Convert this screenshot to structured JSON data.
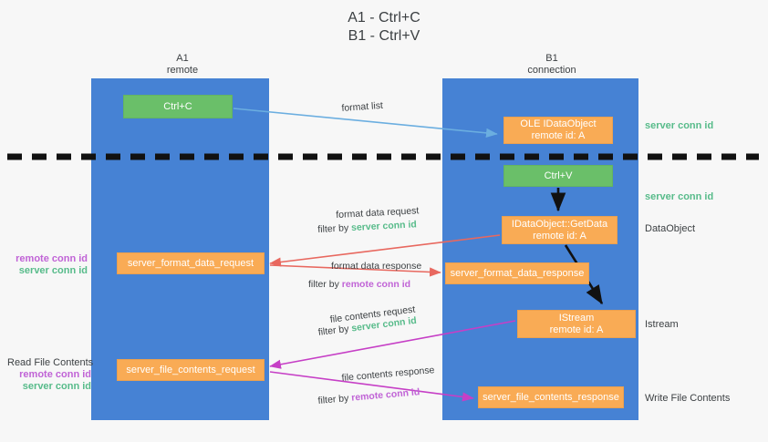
{
  "title": {
    "line1": "A1 - Ctrl+C",
    "line2": "B1 - Ctrl+V"
  },
  "columns": {
    "a1": {
      "name": "A1",
      "sub": "remote"
    },
    "b1": {
      "name": "B1",
      "sub": "connection"
    }
  },
  "boxes": {
    "ctrl_c": {
      "label": "Ctrl+C",
      "color": "#6ABF69"
    },
    "ole_idataobject": {
      "line1": "OLE IDataObject",
      "line2": "remote id: A",
      "color": "#F9AB55"
    },
    "ctrl_v": {
      "label": "Ctrl+V",
      "color": "#6ABF69"
    },
    "getdata": {
      "line1": "IDataObject::GetData",
      "line2": "remote id: A",
      "color": "#F9AB55"
    },
    "istream": {
      "line1": "IStream",
      "line2": "remote id: A",
      "color": "#F9AB55"
    },
    "server_format_data_request": {
      "label": "server_format_data_request",
      "color": "#F9AB55"
    },
    "server_format_data_response": {
      "label": "server_format_data_response",
      "color": "#F9AB55"
    },
    "server_file_contents_request": {
      "label": "server_file_contents_request",
      "color": "#F9AB55"
    },
    "server_file_contents_response": {
      "label": "server_file_contents_response",
      "color": "#F9AB55"
    }
  },
  "arrow_labels": {
    "format_list": "format list",
    "format_data_request": "format data request",
    "format_data_request_filter_prefix": "filter by ",
    "format_data_request_filter_key": "server conn id",
    "format_data_response": "format data response",
    "format_data_response_filter_prefix": "filter by ",
    "format_data_response_filter_key": "remote conn id",
    "file_contents_request": "file contents request",
    "file_contents_request_filter_prefix": "filter by ",
    "file_contents_request_filter_key": "server conn id",
    "file_contents_response": "file contents response",
    "file_contents_response_filter_prefix": "filter by ",
    "file_contents_response_filter_key": "remote conn id"
  },
  "annotations": {
    "server_conn_id_top": "server conn id",
    "server_conn_id_mid": "server conn id",
    "dataobject": "DataObject",
    "istream": "Istream",
    "write_file_contents": "Write File Contents",
    "read_file_contents": "Read File Contents",
    "remote_conn_id": "remote conn id",
    "server_conn_id": "server conn id"
  },
  "colors": {
    "lane": "#4682D4",
    "green_key": "#57BB8A",
    "purple_key": "#C063D6",
    "orange_box": "#F9AB55",
    "green_box": "#6ABF69",
    "arrow_blue": "#6BAEE0",
    "arrow_red": "#E8685F",
    "arrow_magenta": "#C63FC6",
    "arrow_black": "#111111",
    "divider": "#111111",
    "background": "#F7F7F7"
  }
}
